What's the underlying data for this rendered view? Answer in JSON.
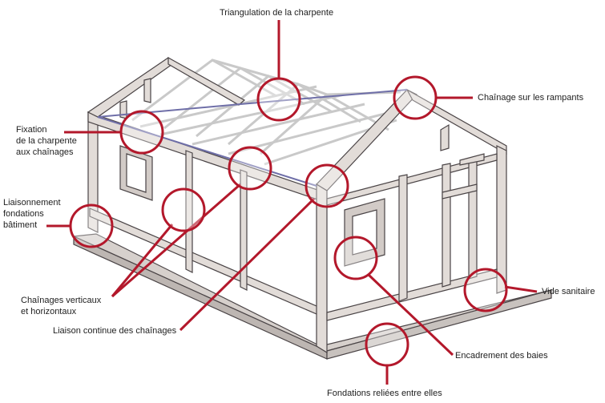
{
  "colors": {
    "callout": "#b3182b",
    "frame_fill": "#e2dcd8",
    "frame_stroke": "#4a4446",
    "ghost": "#c9c9c9",
    "roof_edge": "#6f6fa8",
    "slab": "#d6d0cc"
  },
  "labels": {
    "triangulation": "Triangulation de la charpente",
    "chainage_rampants": "Chaînage sur les rampants",
    "fixation": [
      "Fixation",
      "de la charpente",
      "aux chaînages"
    ],
    "liaisonnement": [
      "Liaisonnement",
      "fondations",
      "bâtiment"
    ],
    "vide_sanitaire": "Vide sanitaire",
    "chainages_vh": [
      "Chaînages verticaux",
      "et horizontaux"
    ],
    "liaison_continue": "Liaison continue des chaînages",
    "encadrement": "Encadrement des baies",
    "fondations": "Fondations reliées entre elles"
  }
}
